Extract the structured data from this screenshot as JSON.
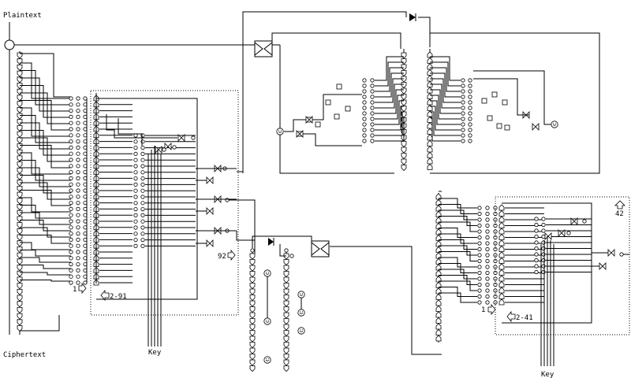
{
  "labels": {
    "plaintext": "Plaintext",
    "ciphertext": "Ciphertext",
    "key_left": "Key",
    "key_right": "Key",
    "one_left": "1",
    "one_right": "1",
    "ref_2_91": "2-91",
    "ref_92": "92",
    "ref_2_41": "2-41",
    "ref_42": "42"
  },
  "icons": [
    "arrow-right-icon",
    "arrow-left-icon",
    "arrow-up-icon",
    "xor-gate-icon",
    "mux-gate-icon",
    "diode-icon",
    "register-cell-icon"
  ],
  "colors": {
    "ink": "#000000",
    "paper": "#ffffff"
  }
}
